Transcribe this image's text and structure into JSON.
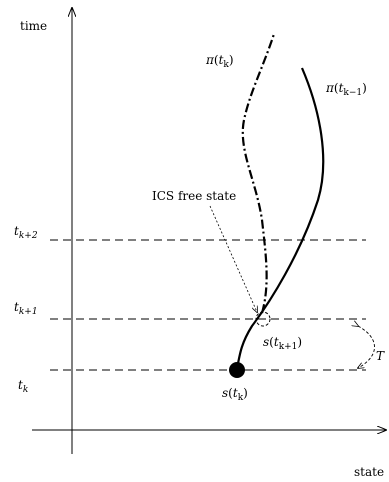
{
  "axes": {
    "y_label": "time",
    "x_label": "state"
  },
  "time_ticks": [
    {
      "base": "t",
      "sub": "k+2"
    },
    {
      "base": "t",
      "sub": "k+1"
    },
    {
      "base": "t",
      "sub": "k"
    }
  ],
  "trajectories": {
    "current": {
      "fn": "π",
      "arg_base": "t",
      "arg_sub": "k"
    },
    "previous": {
      "fn": "π",
      "arg_base": "t",
      "arg_sub": "k−1"
    }
  },
  "states": {
    "start": {
      "fn": "s",
      "arg_base": "t",
      "arg_sub": "k"
    },
    "next": {
      "fn": "s",
      "arg_base": "t",
      "arg_sub": "k+1"
    }
  },
  "annotations": {
    "ics_free_state": "ICS free state",
    "period": "T"
  }
}
